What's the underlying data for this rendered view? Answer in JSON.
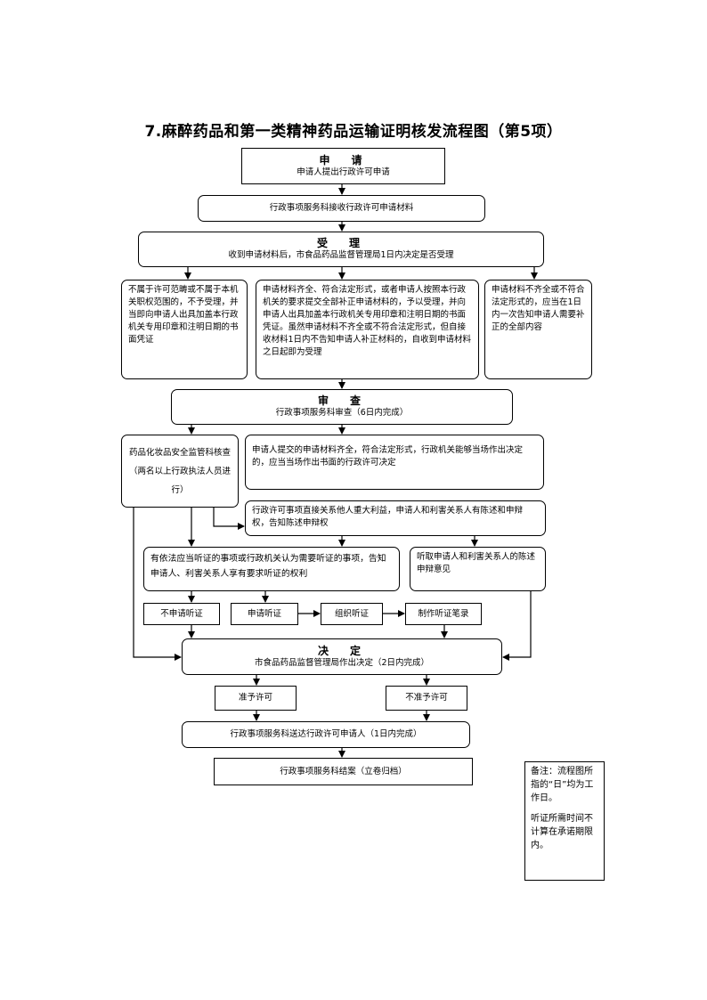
{
  "title": "7.麻醉药品和第一类精神药品运输证明核发流程图（第5项）",
  "apply": {
    "head": "申　请",
    "text": "申请人提出行政许可申请"
  },
  "receive": {
    "text": "行政事项服务科接收行政许可申请材料"
  },
  "accept": {
    "head": "受　理",
    "text": "收到申请材料后，市食品药品监督管理局1日内决定是否受理"
  },
  "reject_scope": {
    "text": "不属于许可范畴或不属于本机关职权范围的，不予受理，并当即向申请人出具加盖本行政机关专用印章和注明日期的书面凭证"
  },
  "accept_complete": {
    "text": "申请材料齐全、符合法定形式，或者申请人按照本行政机关的要求提交全部补正申请材料的，予以受理，并向申请人出具加盖本行政机关专用印章和注明日期的书面凭证。虽然申请材料不齐全或不符合法定形式，但自接收材料1日内不告知申请人补正材料的，自收到申请材料之日起即为受理"
  },
  "incomplete": {
    "text": "申请材料不齐全或不符合法定形式的，应当在1日内一次告知申请人需要补正的全部内容"
  },
  "review": {
    "head": "审　查",
    "text": "行政事项服务科审查（6日内完成）"
  },
  "inspection": {
    "text": "药品化妆品安全监管科核查（两名以上行政执法人员进行）"
  },
  "on_spot": {
    "text": "申请人提交的申请材料齐全，符合法定形式，行政机关能够当场作出决定的，应当当场作出书面的行政许可决定"
  },
  "interest": {
    "text": "行政许可事项直接关系他人重大利益，申请人和利害关系人有陈述和申辩权，告知陈述申辩权"
  },
  "hearing_needed": {
    "text": "有依法应当听证的事项或行政机关认为需要听证的事项，告知申请人、利害关系人享有要求听证的权利"
  },
  "listen": {
    "text": "听取申请人和利害关系人的陈述申辩意见"
  },
  "no_hearing": {
    "text": "不申请听证"
  },
  "apply_hearing": {
    "text": "申请听证"
  },
  "organize_hearing": {
    "text": "组织听证"
  },
  "hearing_record": {
    "text": "制作听证笔录"
  },
  "decision": {
    "head": "决　定",
    "text": "市食品药品监督管理局作出决定（2日内完成）"
  },
  "grant": {
    "text": "准予许可"
  },
  "deny": {
    "text": "不准予许可"
  },
  "deliver": {
    "text": "行政事项服务科送达行政许可申请人（1日内完成）"
  },
  "close": {
    "text": "行政事项服务科结案（立卷归档）"
  },
  "note": {
    "line1": "备注：流程图所指的“日”均为工作日。",
    "line2": "听证所需时间不计算在承诺期限内。"
  }
}
